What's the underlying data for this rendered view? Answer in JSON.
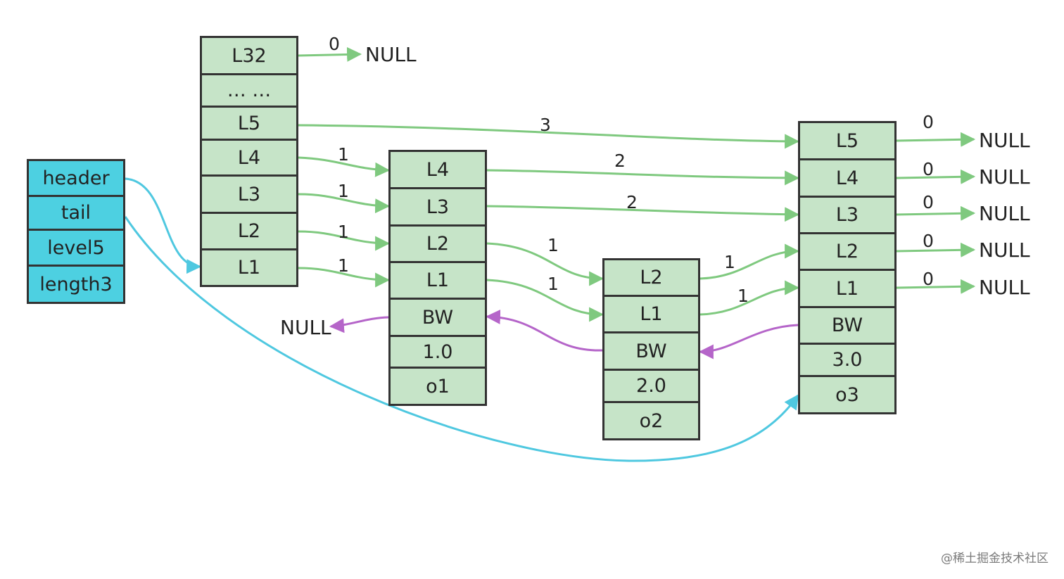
{
  "header_node": {
    "fields": [
      "header",
      "tail",
      "level5",
      "length3"
    ]
  },
  "head_levels": [
    "L32",
    "… …",
    "L5",
    "L4",
    "L3",
    "L2",
    "L1"
  ],
  "nodes": [
    {
      "levels": [
        "L4",
        "L3",
        "L2",
        "L1"
      ],
      "backward": "BW",
      "score": "1.0",
      "obj": "o1"
    },
    {
      "levels": [
        "L2",
        "L1"
      ],
      "backward": "BW",
      "score": "2.0",
      "obj": "o2"
    },
    {
      "levels": [
        "L5",
        "L4",
        "L3",
        "L2",
        "L1"
      ],
      "backward": "BW",
      "score": "3.0",
      "obj": "o3"
    }
  ],
  "spans": {
    "head_l32": "0",
    "head_l5": "3",
    "head_l4": "1",
    "head_l3": "1",
    "head_l2": "1",
    "head_l1": "1",
    "o1_l4": "2",
    "o1_l3": "2",
    "o1_l2": "1",
    "o1_l1": "1",
    "o2_l2": "1",
    "o2_l1": "1",
    "o3_l5": "0",
    "o3_l4": "0",
    "o3_l3": "0",
    "o3_l2": "0",
    "o3_l1": "0"
  },
  "null_label": "NULL",
  "colors": {
    "forward": "#7fc97f",
    "backward": "#b565c9",
    "pointer": "#4fc8e0",
    "node_fill": "#c6e4c8",
    "header_fill": "#4dd0e1"
  },
  "watermark": "@稀土掘金技术社区"
}
